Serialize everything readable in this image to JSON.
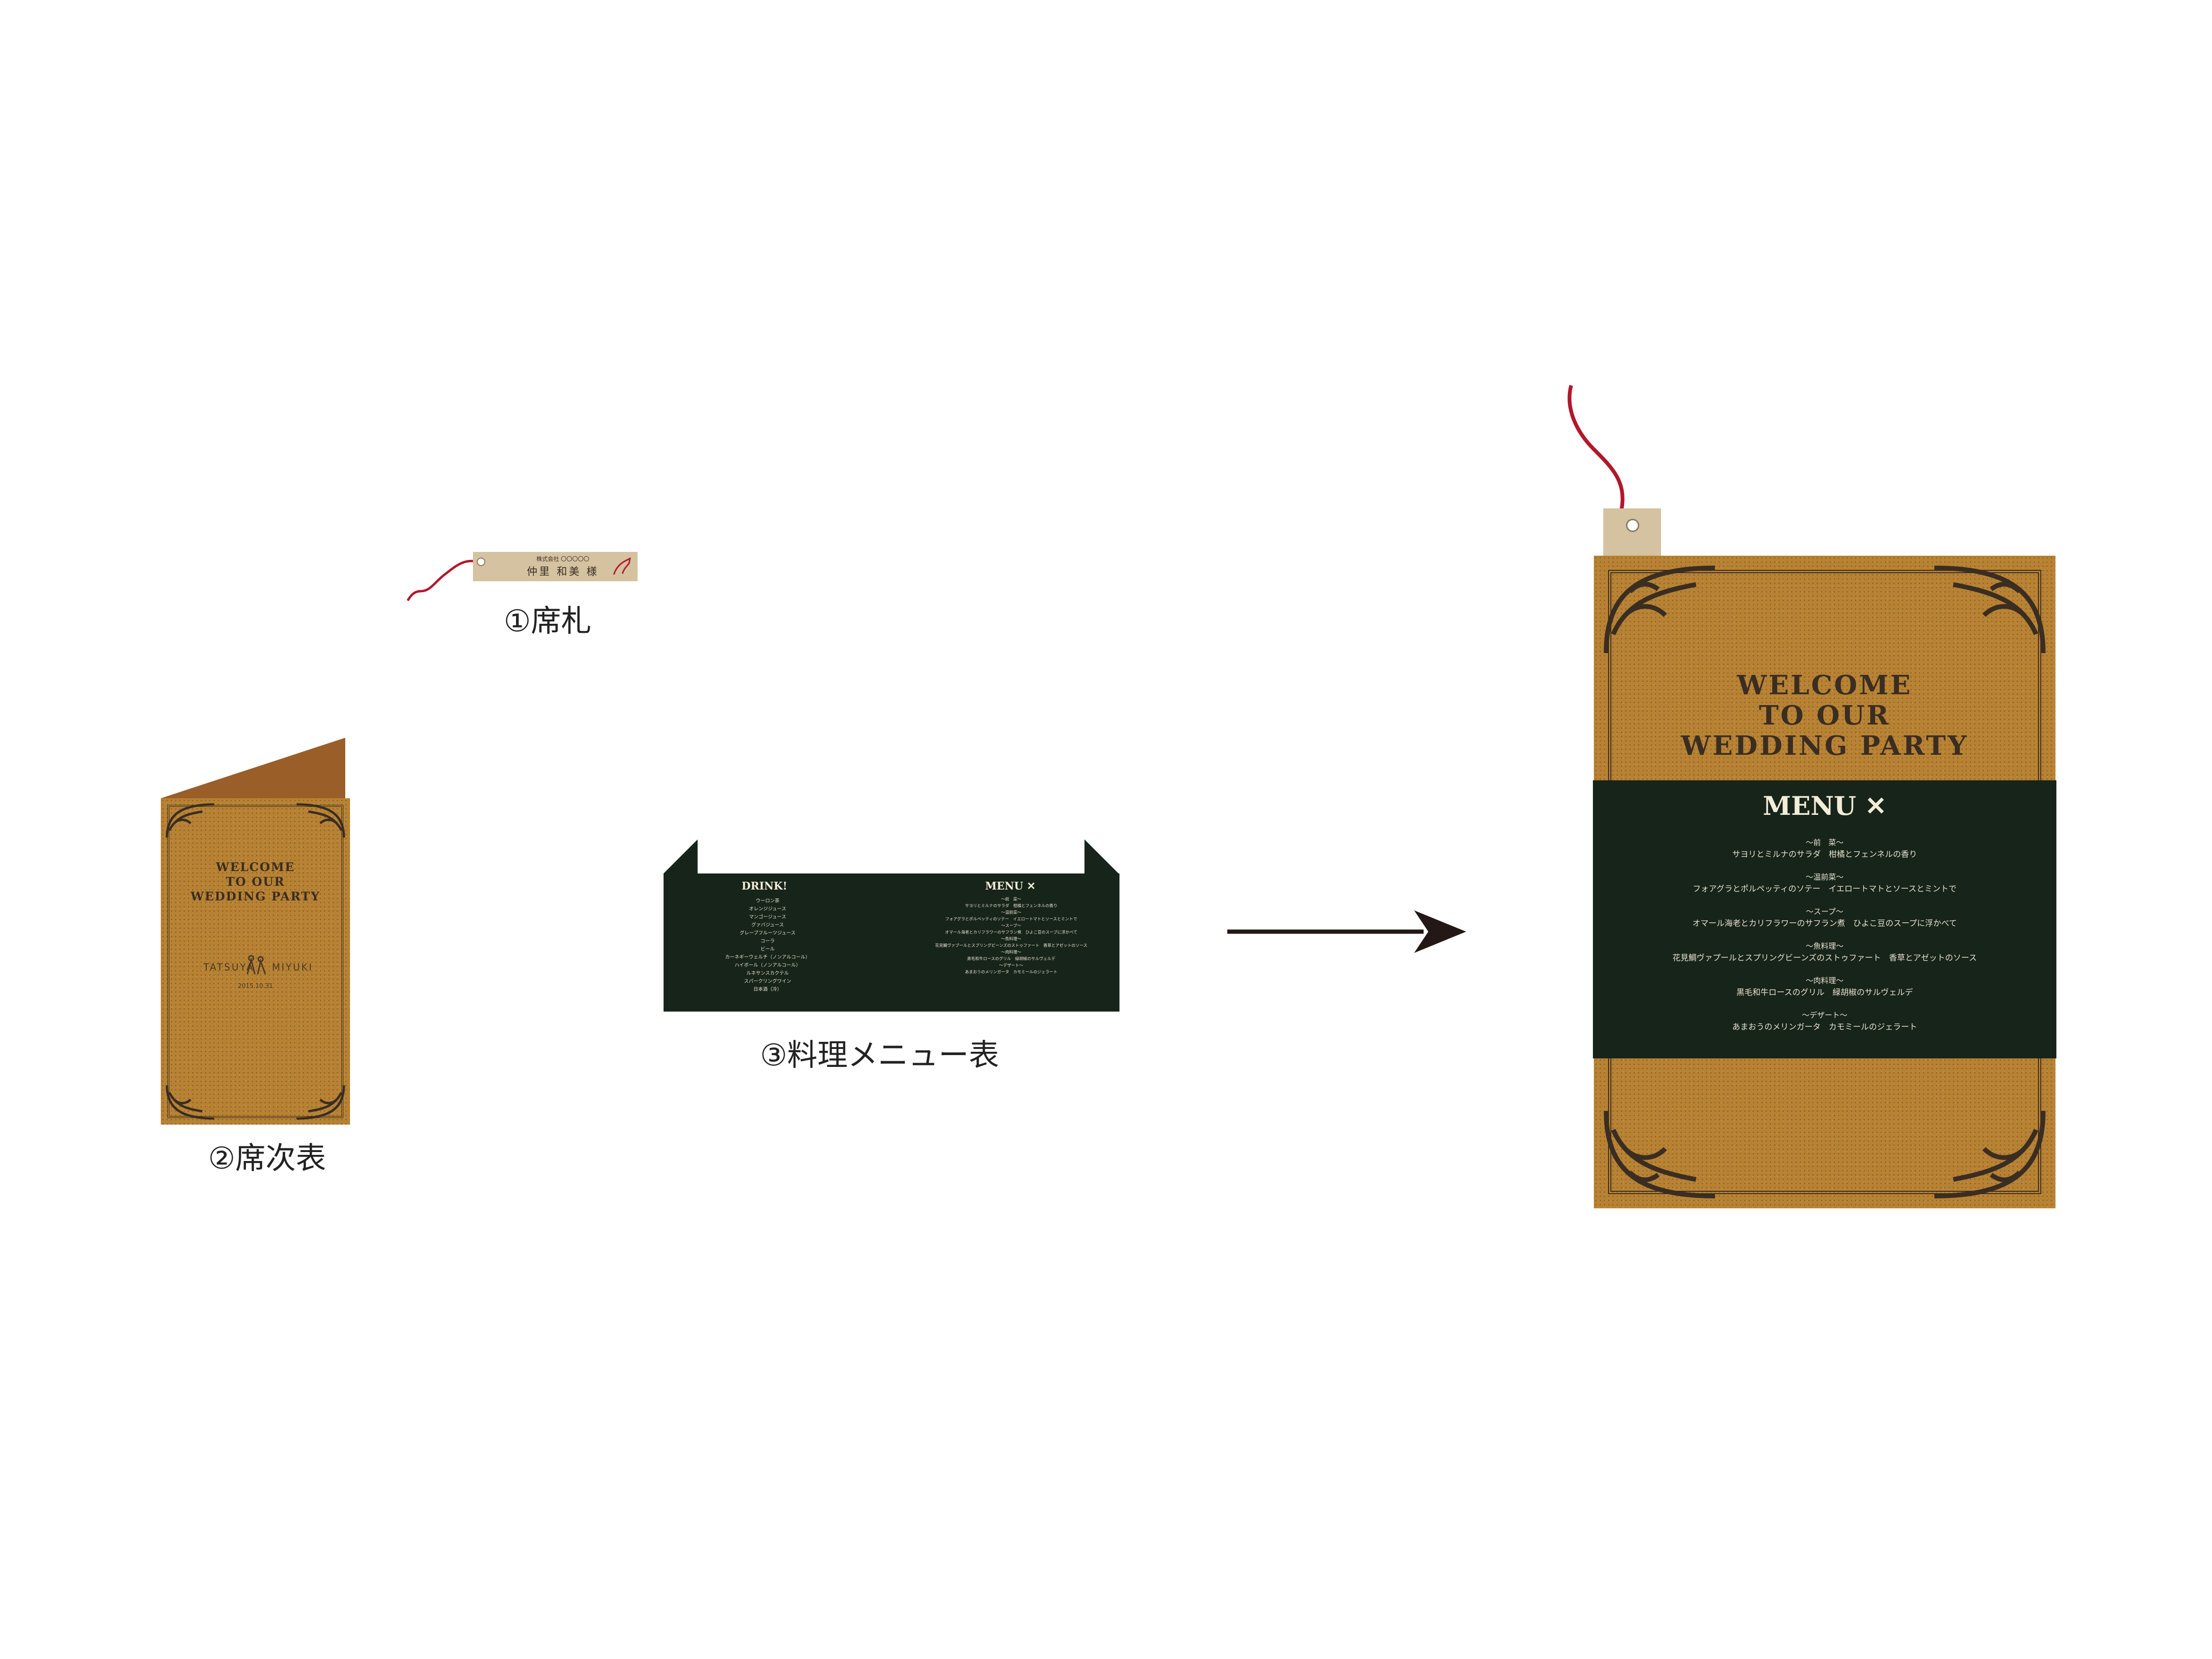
{
  "captions": {
    "place_card": "①席札",
    "seating_chart": "②席次表",
    "menu_card": "③料理メニュー表"
  },
  "place_card": {
    "company": "株式会社 〇〇〇〇〇",
    "name": "仲里 和美 様"
  },
  "seating_chart": {
    "title_lines": [
      "WELCOME",
      "TO OUR",
      "WEDDING PARTY"
    ],
    "groom": "TATSUYA",
    "bride": "MIYUKI",
    "date": "2015.10.31"
  },
  "menu_strip": {
    "drink_title": "DRINK!",
    "drinks": [
      "ウーロン茶",
      "オレンジジュース",
      "マンゴージュース",
      "グァバジュース",
      "グレープフルーツジュース",
      "コーラ",
      "ビール",
      "カーネギーウェルチ（ノンアルコール）",
      "ハイボール（ノンアルコール）",
      "ルネサンスカクテル",
      "スパークリングワイン",
      "日本酒（冷）"
    ],
    "menu_title": "MENU"
  },
  "menu_card": {
    "title_lines": [
      "WELCOME",
      "TO OUR",
      "WEDDING PARTY"
    ],
    "menu_title": "MENU",
    "courses": [
      {
        "category": "〜前　菜〜",
        "dish": "サヨリとミルナのサラダ　柑橘とフェンネルの香り"
      },
      {
        "category": "〜温前菜〜",
        "dish": "フォアグラとポルペッティのソテー　イエロートマトとソースとミントで"
      },
      {
        "category": "〜スープ〜",
        "dish": "オマール海老とカリフラワーのサフラン煮　ひよこ豆のスープに浮かべて"
      },
      {
        "category": "〜魚料理〜",
        "dish": "花見鯛ヴァプールとスプリングビーンズのストゥファート　香草とアゼットのソース"
      },
      {
        "category": "〜肉料理〜",
        "dish": "黒毛和牛ロースのグリル　緑胡椒のサルヴェルデ"
      },
      {
        "category": "〜デザート〜",
        "dish": "あまおうのメリンガータ　カモミールのジェラート"
      }
    ]
  },
  "colors": {
    "kraft": "#b78233",
    "dark_green": "#17241a",
    "ink": "#3a2d22",
    "string_red": "#b0182b",
    "tag": "#d4c2a0",
    "arrow": "#231815"
  }
}
